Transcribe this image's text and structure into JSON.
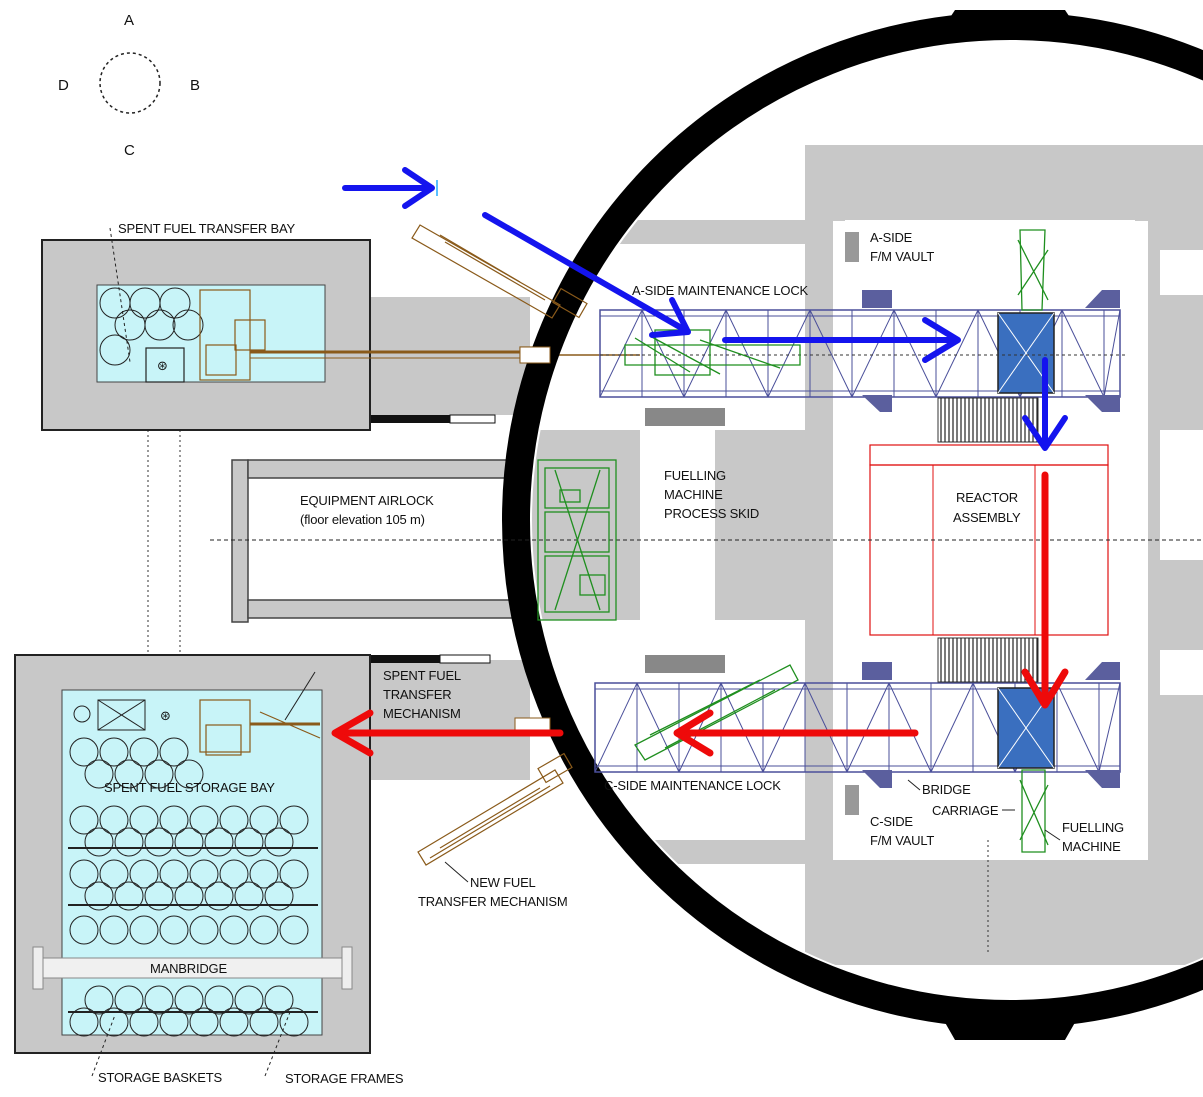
{
  "compass": {
    "top": "A",
    "right": "B",
    "bottom": "C",
    "left": "D"
  },
  "labels": {
    "spent_fuel_transfer_bay": "SPENT FUEL TRANSFER BAY",
    "a_side_maintenance_lock": "A-SIDE MAINTENANCE LOCK",
    "a_side_vault_1": "A-SIDE",
    "a_side_vault_2": "F/M VAULT",
    "equipment_airlock_1": "EQUIPMENT AIRLOCK",
    "equipment_airlock_2": "(floor elevation 105 m)",
    "fm_process_skid_1": "FUELLING",
    "fm_process_skid_2": "MACHINE",
    "fm_process_skid_3": "PROCESS SKID",
    "reactor_assembly_1": "REACTOR",
    "reactor_assembly_2": "ASSEMBLY",
    "spent_fuel_transfer_mech_1": "SPENT FUEL",
    "spent_fuel_transfer_mech_2": "TRANSFER",
    "spent_fuel_transfer_mech_3": "MECHANISM",
    "spent_fuel_storage_bay": "SPENT FUEL STORAGE BAY",
    "c_side_maintenance_lock": "C-SIDE MAINTENANCE LOCK",
    "bridge": "BRIDGE",
    "carriage": "CARRIAGE",
    "c_side_vault_1": "C-SIDE",
    "c_side_vault_2": "F/M VAULT",
    "fuelling_machine_1": "FUELLING",
    "fuelling_machine_2": "MACHINE",
    "new_fuel_transfer_1": "NEW FUEL",
    "new_fuel_transfer_2": "TRANSFER MECHANISM",
    "manbridge": "MANBRIDGE",
    "storage_baskets": "STORAGE BASKETS",
    "storage_frames": "STORAGE FRAMES"
  },
  "colors": {
    "wall": "#c8c8c8",
    "water": "#c8f4f8",
    "truss": "#4a4f9a",
    "fuelling_machine": "#1f8f1f",
    "transfer_mechanism": "#8a5a1a",
    "reactor_outline": "#e01010",
    "blue_arrow": "#1414ee",
    "red_arrow": "#ee0a0a",
    "vault_fill": "#3a6fbf"
  }
}
